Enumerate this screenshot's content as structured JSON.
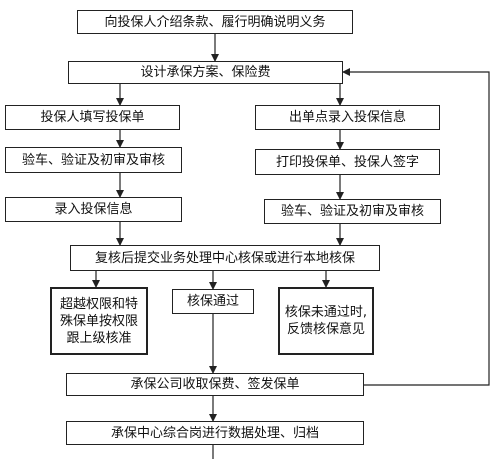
{
  "flowchart": {
    "step_disclose": "向投保人介绍条款、履行明确说明义务",
    "step_design": "设计承保方案、保险费",
    "left_branch": {
      "fill_form": "投保人填写投保单",
      "inspect": "验车、验证及初审及审核",
      "enter_info": "录入投保信息"
    },
    "right_branch": {
      "print_entry": "出单点录入投保信息",
      "print_sign": "打印投保单、投保人签字",
      "inspect": "验车、验证及初审及审核"
    },
    "step_review": "复核后提交业务处理中心核保或进行本地核保",
    "outcomes": {
      "exceed": "超越权限和特殊保单按权限跟上级核准",
      "pass": "核保通过",
      "fail": "核保未通过时,反馈核保意见"
    },
    "step_issue": "承保公司收取保费、签发保单",
    "step_archive": "承保中心综合岗进行数据处理、归档"
  }
}
